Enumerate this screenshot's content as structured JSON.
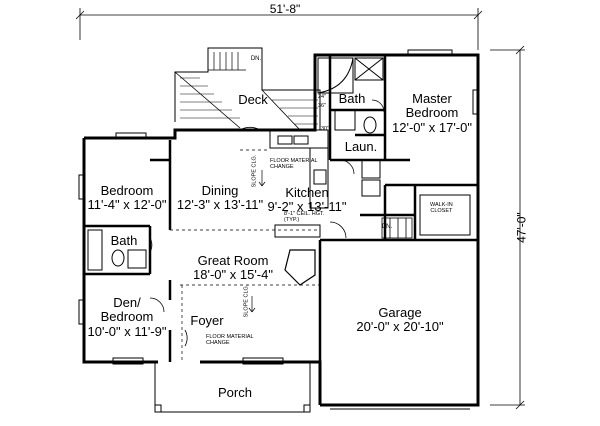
{
  "dimensions": {
    "overall_width": "51'-8\"",
    "overall_depth": "47'-0\""
  },
  "rooms": {
    "deck": {
      "name": "Deck"
    },
    "bath_master": {
      "name": "Bath"
    },
    "master_bedroom": {
      "name_line1": "Master",
      "name_line2": "Bedroom",
      "size": "12'-0\" x 17'-0\""
    },
    "laundry": {
      "name": "Laun."
    },
    "bedroom": {
      "name": "Bedroom",
      "size": "11'-4\" x 12'-0\""
    },
    "dining": {
      "name": "Dining",
      "size": "12'-3\" x 13'-11\""
    },
    "kitchen": {
      "name": "Kitchen",
      "size": "9'-2\" x 13'-11\""
    },
    "bath": {
      "name": "Bath"
    },
    "great_room": {
      "name": "Great Room",
      "size": "18'-0\" x 15'-4\""
    },
    "den": {
      "name_line1": "Den/",
      "name_line2": "Bedroom",
      "size": "10'-0\" x 11'-9\""
    },
    "foyer": {
      "name": "Foyer"
    },
    "garage": {
      "name": "Garage",
      "size": "20'-0\" x 20'-10\""
    },
    "porch": {
      "name": "Porch"
    }
  },
  "notes": {
    "dn_deck": "DN.",
    "dn_garage": "DN.",
    "floor_change_1": "FLOOR MATERIAL",
    "floor_change_2": "CHANGE",
    "floor_change_b1": "FLOOR MATERIAL",
    "floor_change_b2": "CHANGE",
    "slope_clg_1": "SLOPE CLG.",
    "slope_clg_2": "SLOPE CLG.",
    "ceil_hgt_1": "8'-1\" CEIL. HGT.",
    "ceil_hgt_2": "(TYP.)",
    "walk_in_1": "WALK-IN",
    "walk_in_2": "CLOSET",
    "tub_24": "24\"",
    "tub_36": "36\"",
    "tub_30": "30\""
  }
}
